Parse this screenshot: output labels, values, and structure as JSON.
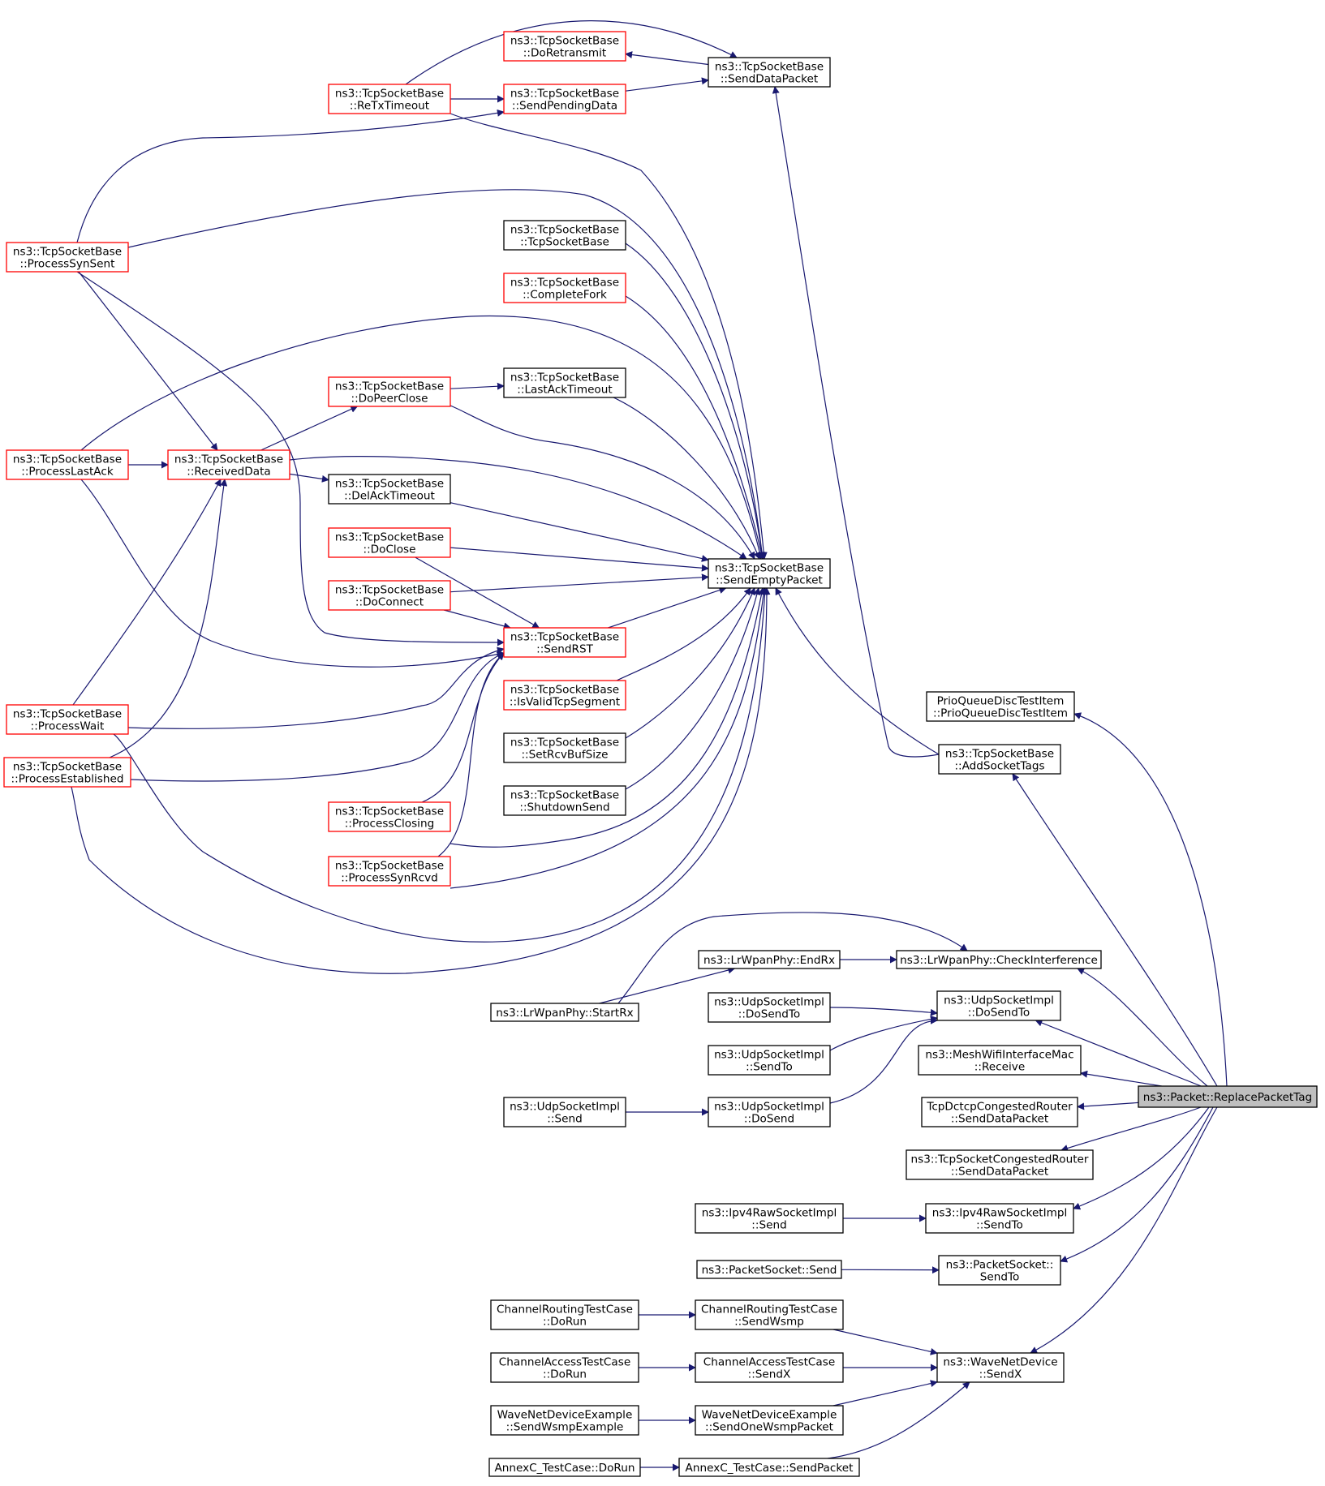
{
  "title": "",
  "colors": {
    "edge": "#191970",
    "border_normal": "#000000",
    "border_truncated": "#ff0000",
    "root_fill": "#bfbfbf",
    "node_fill": "#ffffff"
  },
  "nodes": [
    {
      "id": "replacePacketTag",
      "lines": [
        "ns3::Packet::ReplacePacketTag"
      ],
      "style": "root"
    },
    {
      "id": "doRetransmit",
      "lines": [
        "ns3::TcpSocketBase",
        "::DoRetransmit"
      ],
      "style": "truncated"
    },
    {
      "id": "sendDataPacket",
      "lines": [
        "ns3::TcpSocketBase",
        "::SendDataPacket"
      ],
      "style": "normal"
    },
    {
      "id": "reTxTimeout",
      "lines": [
        "ns3::TcpSocketBase",
        "::ReTxTimeout"
      ],
      "style": "truncated"
    },
    {
      "id": "sendPendingData",
      "lines": [
        "ns3::TcpSocketBase",
        "::SendPendingData"
      ],
      "style": "truncated"
    },
    {
      "id": "processSynSent",
      "lines": [
        "ns3::TcpSocketBase",
        "::ProcessSynSent"
      ],
      "style": "truncated"
    },
    {
      "id": "tcpSocketBaseCtor",
      "lines": [
        "ns3::TcpSocketBase",
        "::TcpSocketBase"
      ],
      "style": "normal"
    },
    {
      "id": "completeFork",
      "lines": [
        "ns3::TcpSocketBase",
        "::CompleteFork"
      ],
      "style": "truncated"
    },
    {
      "id": "doPeerClose",
      "lines": [
        "ns3::TcpSocketBase",
        "::DoPeerClose"
      ],
      "style": "truncated"
    },
    {
      "id": "lastAckTimeout",
      "lines": [
        "ns3::TcpSocketBase",
        "::LastAckTimeout"
      ],
      "style": "normal"
    },
    {
      "id": "processLastAck",
      "lines": [
        "ns3::TcpSocketBase",
        "::ProcessLastAck"
      ],
      "style": "truncated"
    },
    {
      "id": "receivedData",
      "lines": [
        "ns3::TcpSocketBase",
        "::ReceivedData"
      ],
      "style": "truncated"
    },
    {
      "id": "delAckTimeout",
      "lines": [
        "ns3::TcpSocketBase",
        "::DelAckTimeout"
      ],
      "style": "normal"
    },
    {
      "id": "doClose",
      "lines": [
        "ns3::TcpSocketBase",
        "::DoClose"
      ],
      "style": "truncated"
    },
    {
      "id": "sendEmptyPacket",
      "lines": [
        "ns3::TcpSocketBase",
        "::SendEmptyPacket"
      ],
      "style": "normal"
    },
    {
      "id": "doConnect",
      "lines": [
        "ns3::TcpSocketBase",
        "::DoConnect"
      ],
      "style": "truncated"
    },
    {
      "id": "sendRST",
      "lines": [
        "ns3::TcpSocketBase",
        "::SendRST"
      ],
      "style": "truncated"
    },
    {
      "id": "isValidTcpSegment",
      "lines": [
        "ns3::TcpSocketBase",
        "::IsValidTcpSegment"
      ],
      "style": "truncated"
    },
    {
      "id": "processWait",
      "lines": [
        "ns3::TcpSocketBase",
        "::ProcessWait"
      ],
      "style": "truncated"
    },
    {
      "id": "prioQueueDiscTestItem",
      "lines": [
        "PrioQueueDiscTestItem",
        "::PrioQueueDiscTestItem"
      ],
      "style": "normal"
    },
    {
      "id": "setRcvBufSize",
      "lines": [
        "ns3::TcpSocketBase",
        "::SetRcvBufSize"
      ],
      "style": "normal"
    },
    {
      "id": "addSocketTags",
      "lines": [
        "ns3::TcpSocketBase",
        "::AddSocketTags"
      ],
      "style": "normal"
    },
    {
      "id": "processEstablished",
      "lines": [
        "ns3::TcpSocketBase",
        "::ProcessEstablished"
      ],
      "style": "truncated"
    },
    {
      "id": "shutdownSend",
      "lines": [
        "ns3::TcpSocketBase",
        "::ShutdownSend"
      ],
      "style": "normal"
    },
    {
      "id": "processClosing",
      "lines": [
        "ns3::TcpSocketBase",
        "::ProcessClosing"
      ],
      "style": "truncated"
    },
    {
      "id": "processSynRcvd",
      "lines": [
        "ns3::TcpSocketBase",
        "::ProcessSynRcvd"
      ],
      "style": "truncated"
    },
    {
      "id": "lrEndRx",
      "lines": [
        "ns3::LrWpanPhy::EndRx"
      ],
      "style": "normal"
    },
    {
      "id": "lrCheckInterference",
      "lines": [
        "ns3::LrWpanPhy::CheckInterference"
      ],
      "style": "normal"
    },
    {
      "id": "udpDoSendTo1",
      "lines": [
        "ns3::UdpSocketImpl",
        "::DoSendTo"
      ],
      "style": "normal"
    },
    {
      "id": "udpDoSendTo2",
      "lines": [
        "ns3::UdpSocketImpl",
        "::DoSendTo"
      ],
      "style": "normal"
    },
    {
      "id": "lrStartRx",
      "lines": [
        "ns3::LrWpanPhy::StartRx"
      ],
      "style": "normal"
    },
    {
      "id": "udpSendTo",
      "lines": [
        "ns3::UdpSocketImpl",
        "::SendTo"
      ],
      "style": "normal"
    },
    {
      "id": "meshReceive",
      "lines": [
        "ns3::MeshWifiInterfaceMac",
        "::Receive"
      ],
      "style": "normal"
    },
    {
      "id": "udpSend",
      "lines": [
        "ns3::UdpSocketImpl",
        "::Send"
      ],
      "style": "normal"
    },
    {
      "id": "udpDoSend",
      "lines": [
        "ns3::UdpSocketImpl",
        "::DoSend"
      ],
      "style": "normal"
    },
    {
      "id": "dctcpRouter",
      "lines": [
        "TcpDctcpCongestedRouter",
        "::SendDataPacket"
      ],
      "style": "normal"
    },
    {
      "id": "congestedRouter",
      "lines": [
        "ns3::TcpSocketCongestedRouter",
        "::SendDataPacket"
      ],
      "style": "normal"
    },
    {
      "id": "ipv4Send",
      "lines": [
        "ns3::Ipv4RawSocketImpl",
        "::Send"
      ],
      "style": "normal"
    },
    {
      "id": "ipv4SendTo",
      "lines": [
        "ns3::Ipv4RawSocketImpl",
        "::SendTo"
      ],
      "style": "normal"
    },
    {
      "id": "packetSocketSend",
      "lines": [
        "ns3::PacketSocket::Send"
      ],
      "style": "normal"
    },
    {
      "id": "packetSocketSendTo",
      "lines": [
        "ns3::PacketSocket::",
        "SendTo"
      ],
      "style": "normal"
    },
    {
      "id": "chanRoutingDoRun",
      "lines": [
        "ChannelRoutingTestCase",
        "::DoRun"
      ],
      "style": "normal"
    },
    {
      "id": "chanRoutingSendWsmp",
      "lines": [
        "ChannelRoutingTestCase",
        "::SendWsmp"
      ],
      "style": "normal"
    },
    {
      "id": "chanAccessDoRun",
      "lines": [
        "ChannelAccessTestCase",
        "::DoRun"
      ],
      "style": "normal"
    },
    {
      "id": "chanAccessSendX",
      "lines": [
        "ChannelAccessTestCase",
        "::SendX"
      ],
      "style": "normal"
    },
    {
      "id": "waveSendX",
      "lines": [
        "ns3::WaveNetDevice",
        "::SendX"
      ],
      "style": "normal"
    },
    {
      "id": "waveSendWsmpExample",
      "lines": [
        "WaveNetDeviceExample",
        "::SendWsmpExample"
      ],
      "style": "normal"
    },
    {
      "id": "waveSendOneWsmp",
      "lines": [
        "WaveNetDeviceExample",
        "::SendOneWsmpPacket"
      ],
      "style": "normal"
    },
    {
      "id": "annexDoRun",
      "lines": [
        "AnnexC_TestCase::DoRun"
      ],
      "style": "normal"
    },
    {
      "id": "annexSendPacket",
      "lines": [
        "AnnexC_TestCase::SendPacket"
      ],
      "style": "normal"
    }
  ],
  "edges": [
    {
      "from": "doRetransmit",
      "to": "sendDataPacket"
    },
    {
      "from": "sendDataPacket",
      "to": "reTxTimeout"
    },
    {
      "from": "sendPendingData",
      "to": "reTxTimeout"
    },
    {
      "from": "sendDataPacket",
      "to": "sendPendingData"
    },
    {
      "from": "sendPendingData",
      "to": "processSynSent"
    },
    {
      "from": "sendDataPacket",
      "to": "addSocketTags"
    },
    {
      "from": "sendEmptyPacket",
      "to": "reTxTimeout"
    },
    {
      "from": "sendEmptyPacket",
      "to": "processSynSent"
    },
    {
      "from": "sendEmptyPacket",
      "to": "tcpSocketBaseCtor"
    },
    {
      "from": "sendEmptyPacket",
      "to": "completeFork"
    },
    {
      "from": "sendEmptyPacket",
      "to": "processLastAck"
    },
    {
      "from": "sendEmptyPacket",
      "to": "lastAckTimeout"
    },
    {
      "from": "sendEmptyPacket",
      "to": "doPeerClose"
    },
    {
      "from": "sendEmptyPacket",
      "to": "receivedData"
    },
    {
      "from": "sendEmptyPacket",
      "to": "delAckTimeout"
    },
    {
      "from": "sendEmptyPacket",
      "to": "doClose"
    },
    {
      "from": "sendEmptyPacket",
      "to": "doConnect"
    },
    {
      "from": "sendEmptyPacket",
      "to": "sendRST"
    },
    {
      "from": "sendEmptyPacket",
      "to": "isValidTcpSegment"
    },
    {
      "from": "sendEmptyPacket",
      "to": "setRcvBufSize"
    },
    {
      "from": "sendEmptyPacket",
      "to": "shutdownSend"
    },
    {
      "from": "sendEmptyPacket",
      "to": "processClosing"
    },
    {
      "from": "sendEmptyPacket",
      "to": "processSynRcvd"
    },
    {
      "from": "sendEmptyPacket",
      "to": "processWait"
    },
    {
      "from": "sendEmptyPacket",
      "to": "processEstablished"
    },
    {
      "from": "sendEmptyPacket",
      "to": "addSocketTags"
    },
    {
      "from": "lastAckTimeout",
      "to": "doPeerClose"
    },
    {
      "from": "doPeerClose",
      "to": "receivedData"
    },
    {
      "from": "delAckTimeout",
      "to": "receivedData"
    },
    {
      "from": "receivedData",
      "to": "processSynSent"
    },
    {
      "from": "receivedData",
      "to": "processLastAck"
    },
    {
      "from": "receivedData",
      "to": "processWait"
    },
    {
      "from": "receivedData",
      "to": "processEstablished"
    },
    {
      "from": "sendRST",
      "to": "processSynSent"
    },
    {
      "from": "sendRST",
      "to": "processLastAck"
    },
    {
      "from": "sendRST",
      "to": "doClose"
    },
    {
      "from": "sendRST",
      "to": "doConnect"
    },
    {
      "from": "sendRST",
      "to": "processWait"
    },
    {
      "from": "sendRST",
      "to": "processEstablished"
    },
    {
      "from": "sendRST",
      "to": "processClosing"
    },
    {
      "from": "sendRST",
      "to": "processSynRcvd"
    },
    {
      "from": "addSocketTags",
      "to": "replacePacketTag"
    },
    {
      "from": "prioQueueDiscTestItem",
      "to": "replacePacketTag"
    },
    {
      "from": "lrCheckInterference",
      "to": "replacePacketTag"
    },
    {
      "from": "lrCheckInterference",
      "to": "lrEndRx"
    },
    {
      "from": "lrCheckInterference",
      "to": "lrStartRx"
    },
    {
      "from": "lrEndRx",
      "to": "lrStartRx"
    },
    {
      "from": "udpDoSendTo2",
      "to": "replacePacketTag"
    },
    {
      "from": "udpDoSendTo2",
      "to": "udpDoSendTo1"
    },
    {
      "from": "udpDoSendTo2",
      "to": "udpSendTo"
    },
    {
      "from": "udpDoSendTo2",
      "to": "udpDoSend"
    },
    {
      "from": "udpDoSend",
      "to": "udpSend"
    },
    {
      "from": "meshReceive",
      "to": "replacePacketTag"
    },
    {
      "from": "dctcpRouter",
      "to": "replacePacketTag"
    },
    {
      "from": "congestedRouter",
      "to": "replacePacketTag"
    },
    {
      "from": "ipv4SendTo",
      "to": "replacePacketTag"
    },
    {
      "from": "ipv4SendTo",
      "to": "ipv4Send"
    },
    {
      "from": "packetSocketSendTo",
      "to": "replacePacketTag"
    },
    {
      "from": "packetSocketSendTo",
      "to": "packetSocketSend"
    },
    {
      "from": "waveSendX",
      "to": "replacePacketTag"
    },
    {
      "from": "waveSendX",
      "to": "chanRoutingSendWsmp"
    },
    {
      "from": "waveSendX",
      "to": "chanAccessSendX"
    },
    {
      "from": "waveSendX",
      "to": "waveSendOneWsmp"
    },
    {
      "from": "waveSendX",
      "to": "annexSendPacket"
    },
    {
      "from": "chanRoutingSendWsmp",
      "to": "chanRoutingDoRun"
    },
    {
      "from": "chanAccessSendX",
      "to": "chanAccessDoRun"
    },
    {
      "from": "waveSendOneWsmp",
      "to": "waveSendWsmpExample"
    },
    {
      "from": "annexSendPacket",
      "to": "annexDoRun"
    }
  ]
}
